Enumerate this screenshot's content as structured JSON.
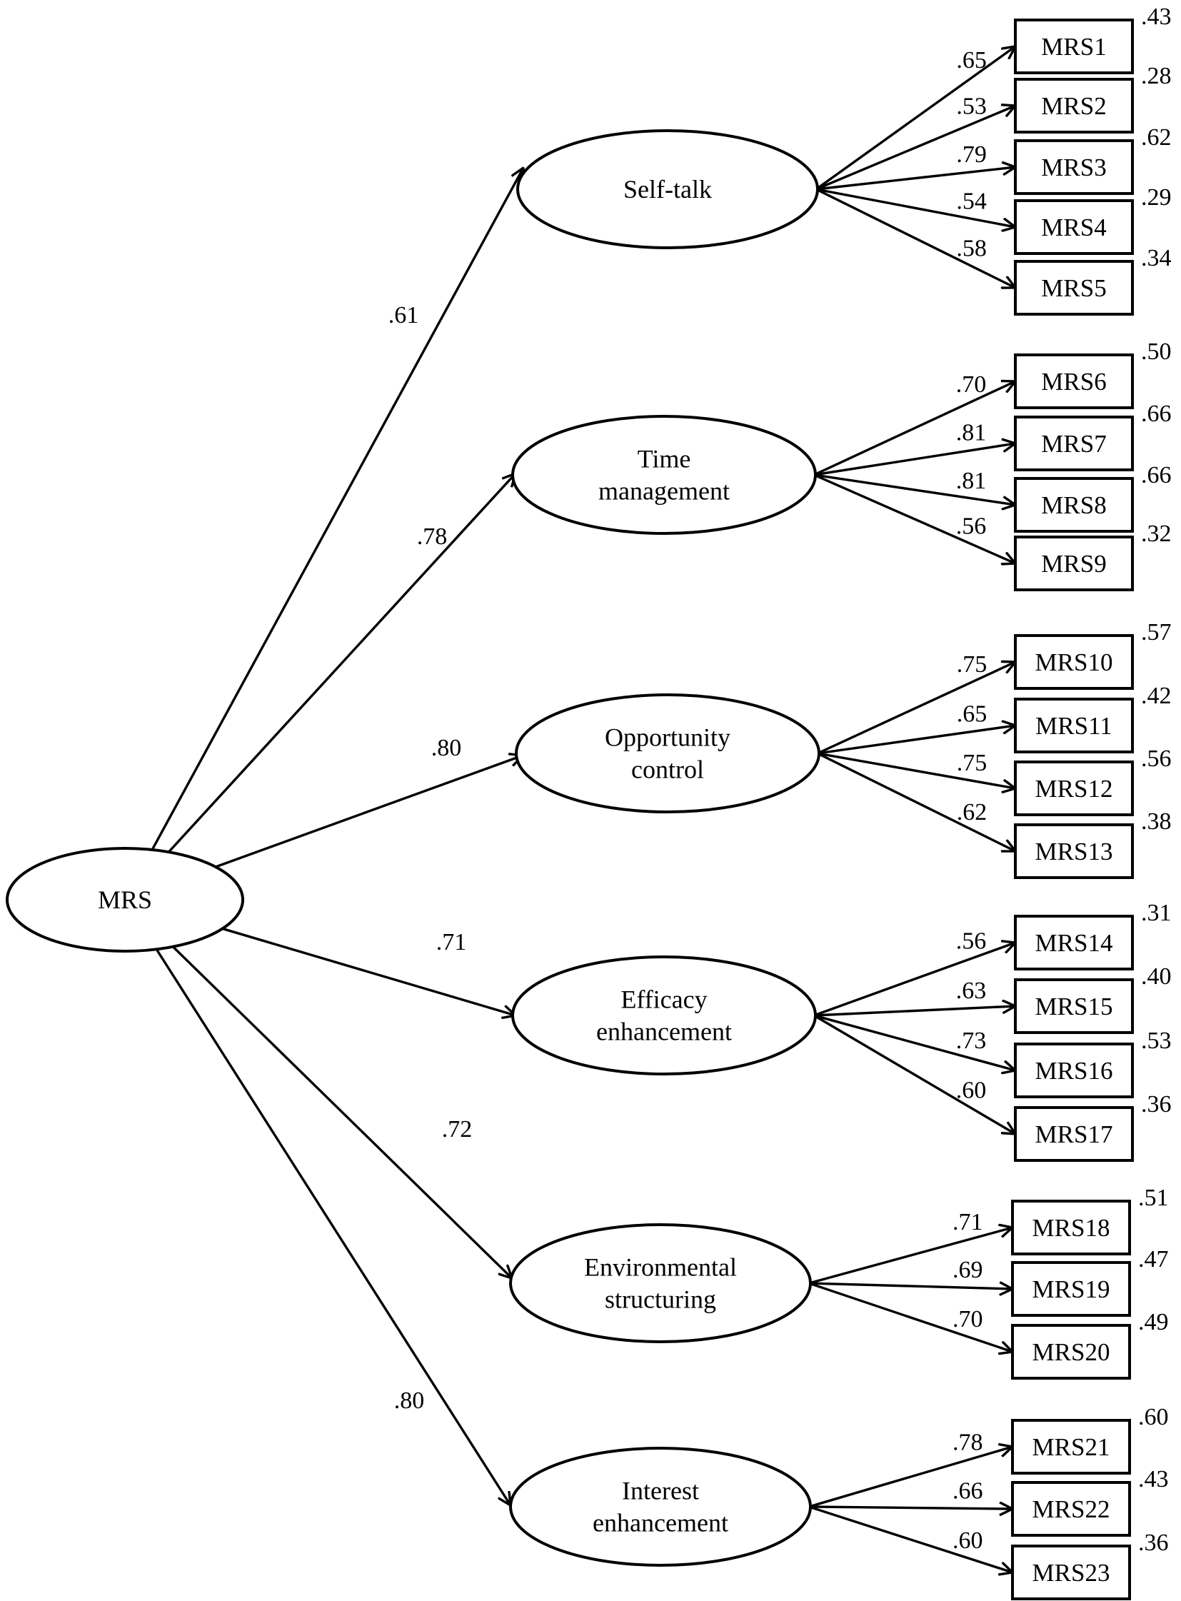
{
  "model": {
    "root": "MRS",
    "factors": [
      {
        "label_lines": [
          "Self-talk"
        ],
        "loading": ".61",
        "indicators": [
          {
            "name": "MRS1",
            "loading": ".65",
            "r2": ".43"
          },
          {
            "name": "MRS2",
            "loading": ".53",
            "r2": ".28"
          },
          {
            "name": "MRS3",
            "loading": ".79",
            "r2": ".62"
          },
          {
            "name": "MRS4",
            "loading": ".54",
            "r2": ".29"
          },
          {
            "name": "MRS5",
            "loading": ".58",
            "r2": ".34"
          }
        ]
      },
      {
        "label_lines": [
          "Time",
          "management"
        ],
        "loading": ".78",
        "indicators": [
          {
            "name": "MRS6",
            "loading": ".70",
            "r2": ".50"
          },
          {
            "name": "MRS7",
            "loading": ".81",
            "r2": ".66"
          },
          {
            "name": "MRS8",
            "loading": ".81",
            "r2": ".66"
          },
          {
            "name": "MRS9",
            "loading": ".56",
            "r2": ".32"
          }
        ]
      },
      {
        "label_lines": [
          "Opportunity",
          "control"
        ],
        "loading": ".80",
        "indicators": [
          {
            "name": "MRS10",
            "loading": ".75",
            "r2": ".57"
          },
          {
            "name": "MRS11",
            "loading": ".65",
            "r2": ".42"
          },
          {
            "name": "MRS12",
            "loading": ".75",
            "r2": ".56"
          },
          {
            "name": "MRS13",
            "loading": ".62",
            "r2": ".38"
          }
        ]
      },
      {
        "label_lines": [
          "Efficacy",
          "enhancement"
        ],
        "loading": ".71",
        "indicators": [
          {
            "name": "MRS14",
            "loading": ".56",
            "r2": ".31"
          },
          {
            "name": "MRS15",
            "loading": ".63",
            "r2": ".40"
          },
          {
            "name": "MRS16",
            "loading": ".73",
            "r2": ".53"
          },
          {
            "name": "MRS17",
            "loading": ".60",
            "r2": ".36"
          }
        ]
      },
      {
        "label_lines": [
          "Environmental",
          "structuring"
        ],
        "loading": ".72",
        "indicators": [
          {
            "name": "MRS18",
            "loading": ".71",
            "r2": ".51"
          },
          {
            "name": "MRS19",
            "loading": ".69",
            "r2": ".47"
          },
          {
            "name": "MRS20",
            "loading": ".70",
            "r2": ".49"
          }
        ]
      },
      {
        "label_lines": [
          "Interest",
          "enhancement"
        ],
        "loading": ".80",
        "indicators": [
          {
            "name": "MRS21",
            "loading": ".78",
            "r2": ".60"
          },
          {
            "name": "MRS22",
            "loading": ".66",
            "r2": ".43"
          },
          {
            "name": "MRS23",
            "loading": ".60",
            "r2": ".36"
          }
        ]
      }
    ]
  }
}
